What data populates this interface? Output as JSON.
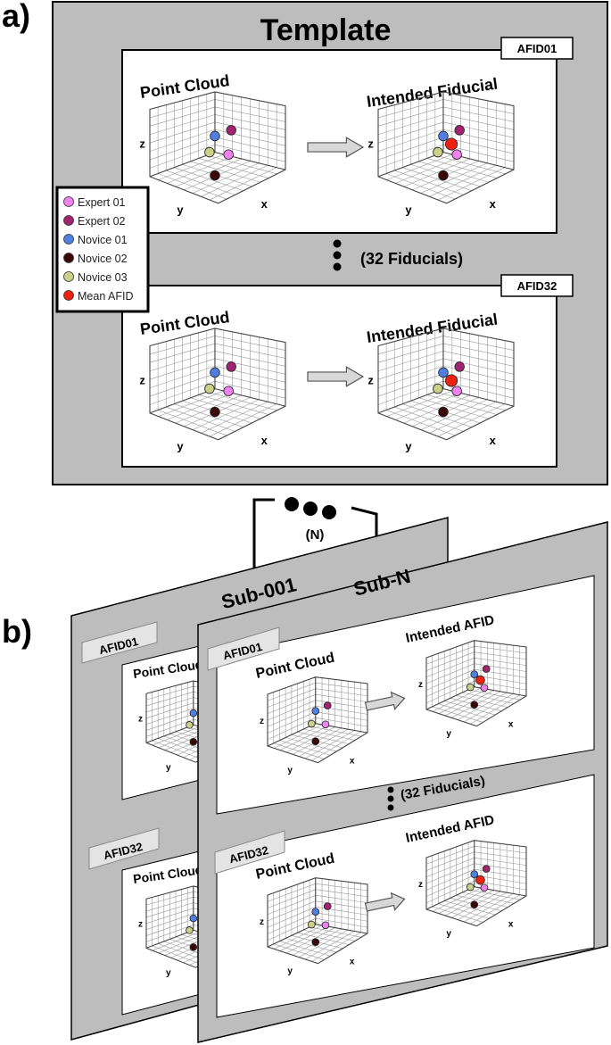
{
  "panel_a": {
    "label": "a)",
    "title": "Template",
    "rows": [
      {
        "tag": "AFID01",
        "left_title": "Point Cloud",
        "right_title": "Intended Fiducial"
      },
      {
        "tag": "AFID32",
        "left_title": "Point Cloud",
        "right_title": "Intended Fiducial"
      }
    ],
    "ellipsis_label": "(32 Fiducials)",
    "axes": {
      "z": "z",
      "y": "y",
      "x": "x"
    }
  },
  "legend": {
    "items": [
      {
        "label": "Expert 01",
        "color": "#ee82ee"
      },
      {
        "label": "Expert 02",
        "color": "#a0246e"
      },
      {
        "label": "Novice 01",
        "color": "#4f7fe0"
      },
      {
        "label": "Novice 02",
        "color": "#3a0808"
      },
      {
        "label": "Novice 03",
        "color": "#c9d08a"
      },
      {
        "label": "Mean AFID",
        "color": "#ee2211"
      }
    ]
  },
  "connector": {
    "label": "(N)"
  },
  "panel_b": {
    "label": "b)",
    "back_title": "Sub-001",
    "front_title": "Sub-N",
    "rows": [
      {
        "tag": "AFID01",
        "left_title": "Point Cloud",
        "right_title": "Intended AFID"
      },
      {
        "tag": "AFID32",
        "left_title": "Point Cloud",
        "right_title": "Intended AFID"
      }
    ],
    "back_rows": [
      {
        "tag": "AFID01",
        "left_title": "Point Cloud"
      },
      {
        "tag": "AFID32",
        "left_title": "Point Cloud"
      }
    ],
    "ellipsis_label": "(32 Fiducials)"
  }
}
